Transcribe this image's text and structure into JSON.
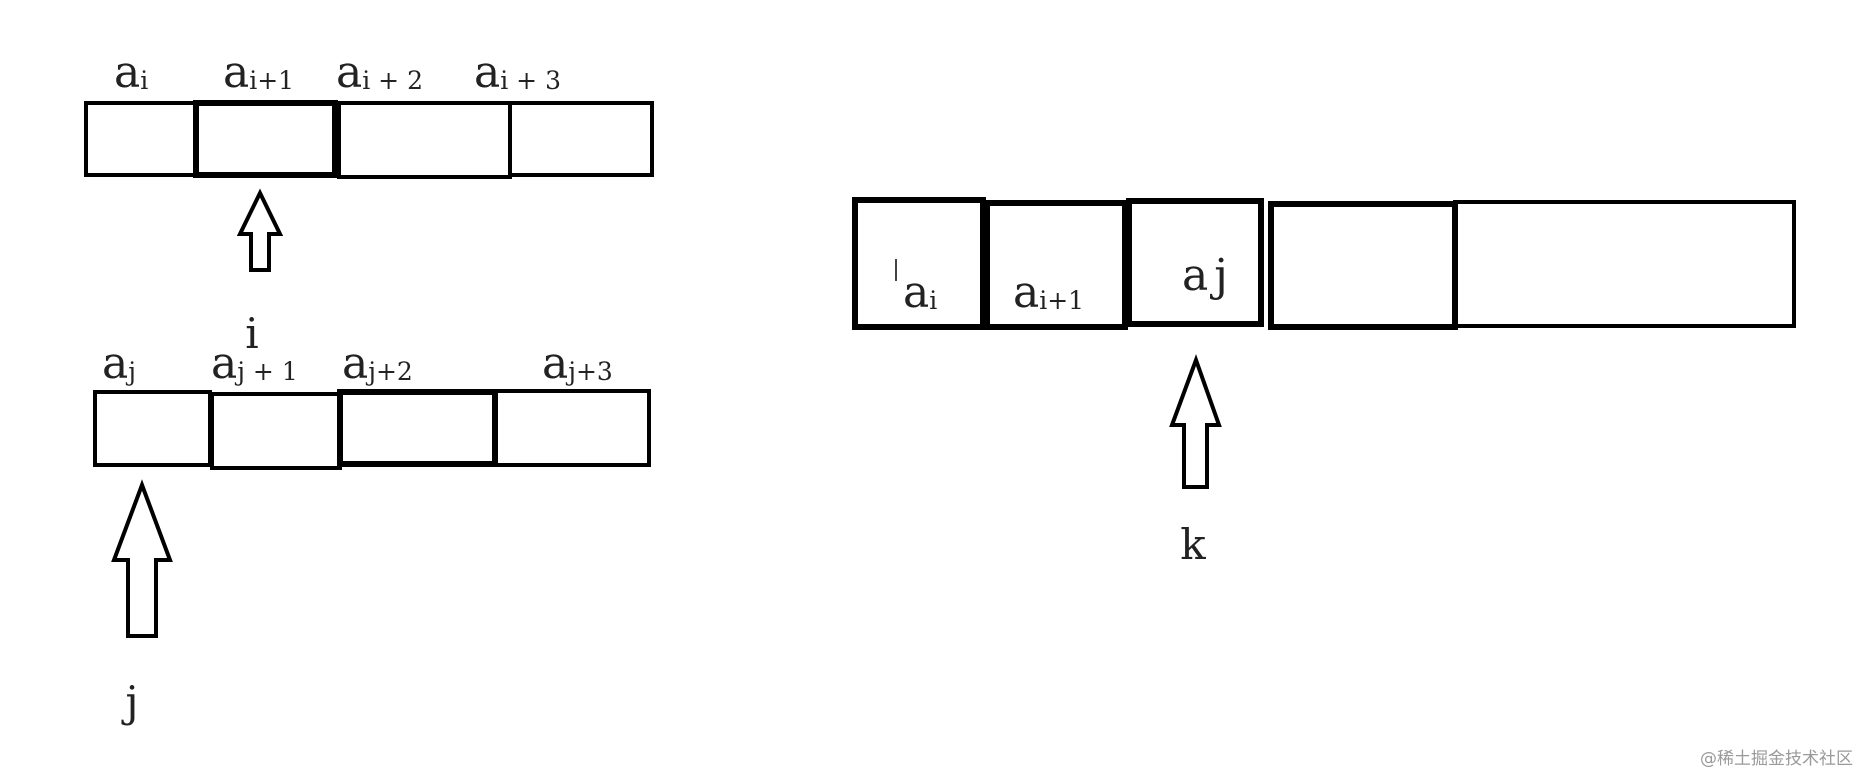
{
  "array_i": {
    "labels": [
      {
        "base": "a",
        "sub": "i"
      },
      {
        "base": "a",
        "sub": "i+1"
      },
      {
        "base": "a",
        "sub": "i + 2"
      },
      {
        "base": "a",
        "sub": "i + 3"
      }
    ],
    "pointer_label": "i"
  },
  "array_j": {
    "labels": [
      {
        "base": "a",
        "sub": "j"
      },
      {
        "base": "a",
        "sub": "j + 1"
      },
      {
        "base": "a",
        "sub": "j+2"
      },
      {
        "base": "a",
        "sub": "j+3"
      }
    ],
    "pointer_label": "j"
  },
  "array_k": {
    "labels": [
      {
        "base": "a",
        "sub": "i"
      },
      {
        "base": "a",
        "sub": "i+1"
      },
      {
        "base": "a",
        "sub": "j"
      }
    ],
    "pointer_label": "k"
  },
  "watermark": "@稀土掘金技术社区"
}
